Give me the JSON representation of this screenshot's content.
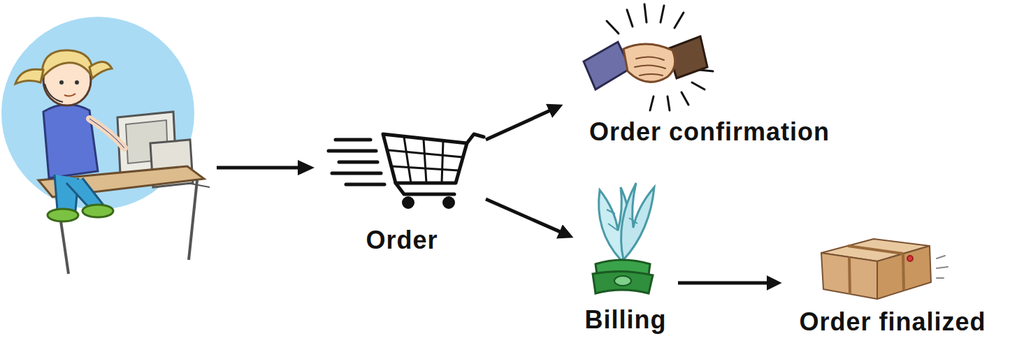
{
  "diagram": {
    "nodes": [
      {
        "text": [
          "Order"
        ]
      },
      {
        "text": [
          "Order confirmation"
        ]
      },
      {
        "text": [
          "Billing"
        ]
      },
      {
        "text": [
          "Order finalized"
        ]
      }
    ],
    "edges": [
      {
        "from": 0,
        "to": 1,
        "arrow": "to"
      },
      {
        "from": 0,
        "to": 2,
        "arrow": "to"
      },
      {
        "from": 2,
        "to": 3,
        "arrow": "to"
      }
    ]
  }
}
